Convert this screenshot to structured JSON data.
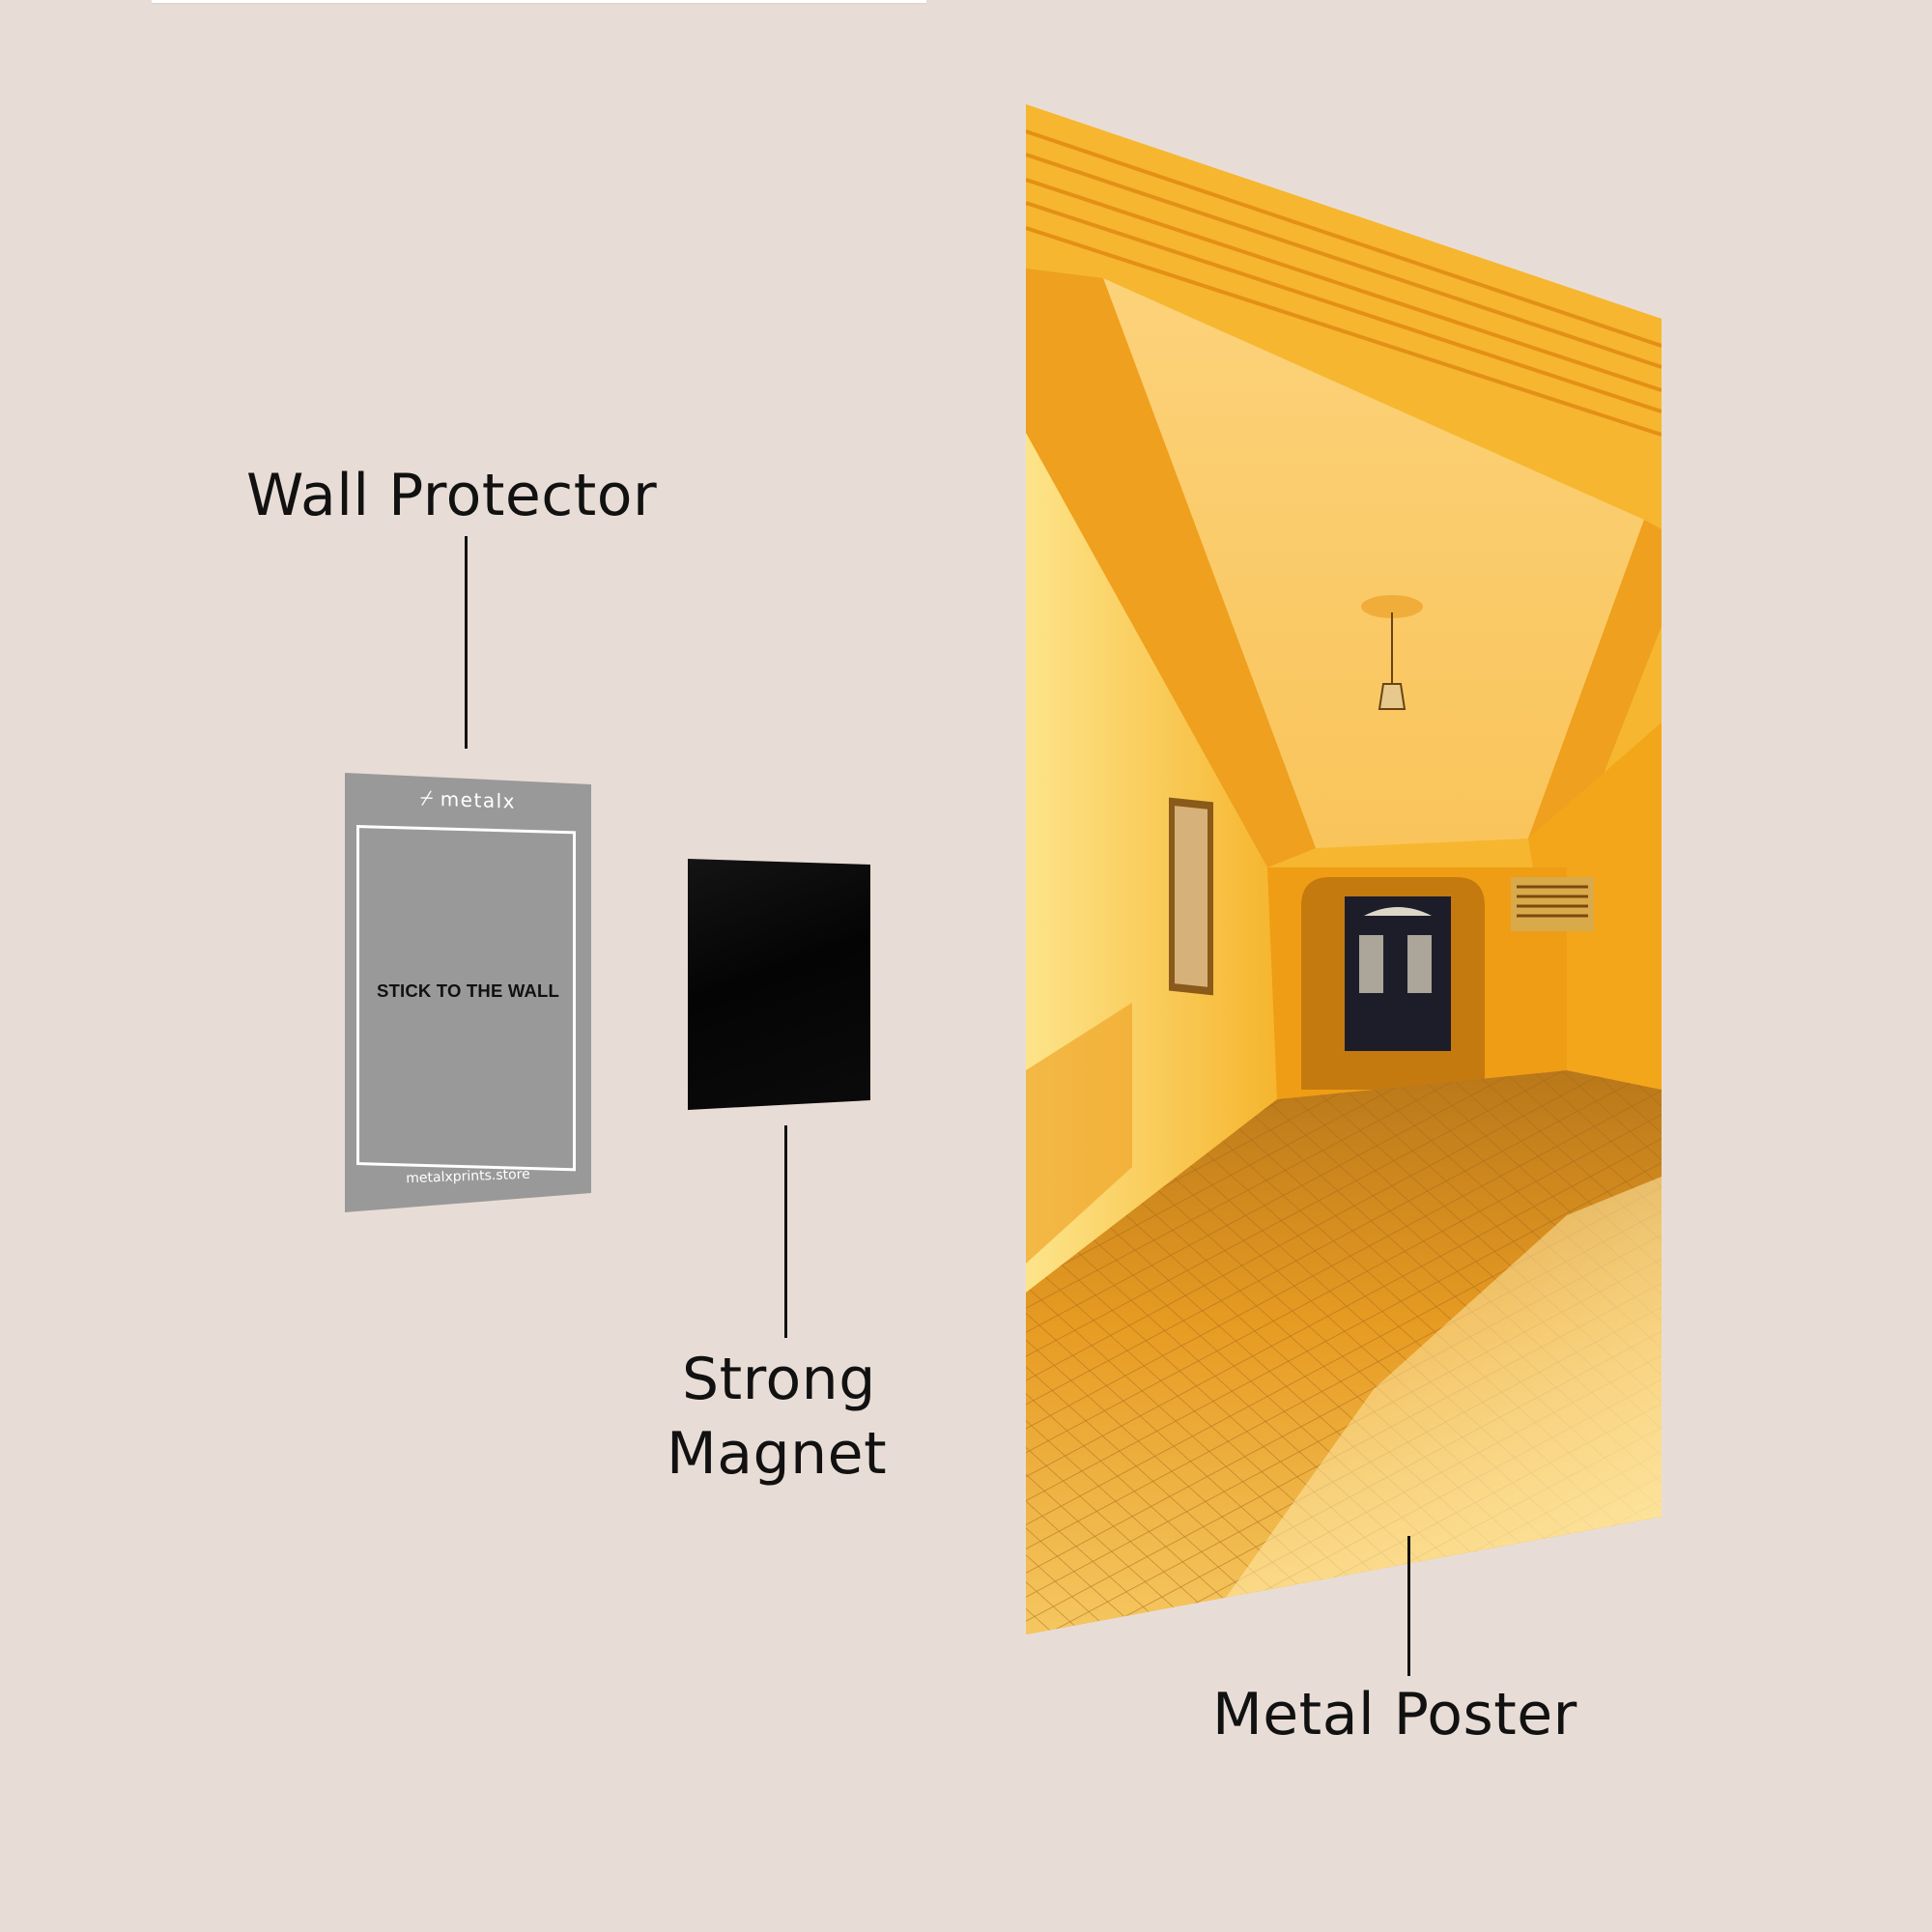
{
  "labels": {
    "wall_protector": "Wall Protector",
    "strong_magnet_line1": "Strong",
    "strong_magnet_line2": "Magnet",
    "metal_poster": "Metal Poster"
  },
  "wall_protector": {
    "logo_mark": "⌿",
    "logo_text": "metalx",
    "center_text": "STICK TO THE WALL",
    "url": "metalxprints.store",
    "color": "#999999"
  },
  "magnet": {
    "color": "#050505"
  },
  "poster": {
    "subject": "yellow-toned hallway with tiled floor, pendant lamp and dark entrance door",
    "accent": "#f5b428"
  },
  "colors": {
    "background": "#e8ddd6",
    "text": "#111111"
  }
}
